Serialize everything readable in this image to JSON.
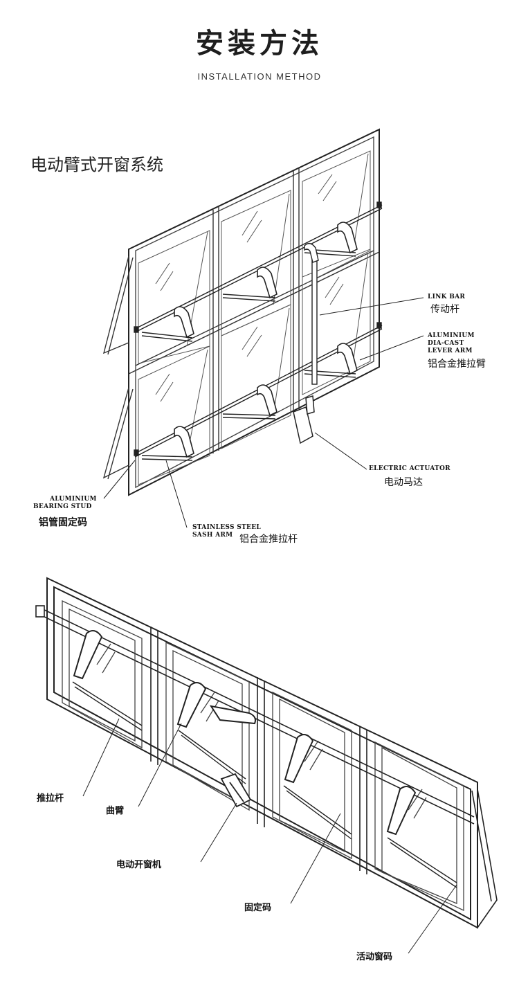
{
  "header": {
    "title": "安装方法",
    "subtitle": "INSTALLATION METHOD"
  },
  "diagram1": {
    "title": "电动臂式开窗系统",
    "labels": {
      "link_bar_en": "LINK BAR",
      "link_bar_zh": "传动杆",
      "lever_arm_en_1": "ALUMINIUM",
      "lever_arm_en_2": "DIA-CAST",
      "lever_arm_en_3": "LEVER ARM",
      "lever_arm_zh": "铝合金推拉臂",
      "actuator_en": "ELECTRIC ACTUATOR",
      "actuator_zh": "电动马达",
      "bearing_stud_en_1": "ALUMINIUM",
      "bearing_stud_en_2": "BEARING STUD",
      "bearing_stud_zh": "铝管固定码",
      "sash_arm_en_1": "STAINLESS STEEL",
      "sash_arm_en_2": "SASH ARM",
      "sash_arm_zh": "铝合金推拉杆"
    }
  },
  "diagram2": {
    "labels": {
      "push_pull_rod": "推拉杆",
      "crank_arm": "曲臂",
      "electric_opener": "电动开窗机",
      "fixed_bracket": "固定码",
      "movable_bracket": "活动窗码"
    }
  }
}
